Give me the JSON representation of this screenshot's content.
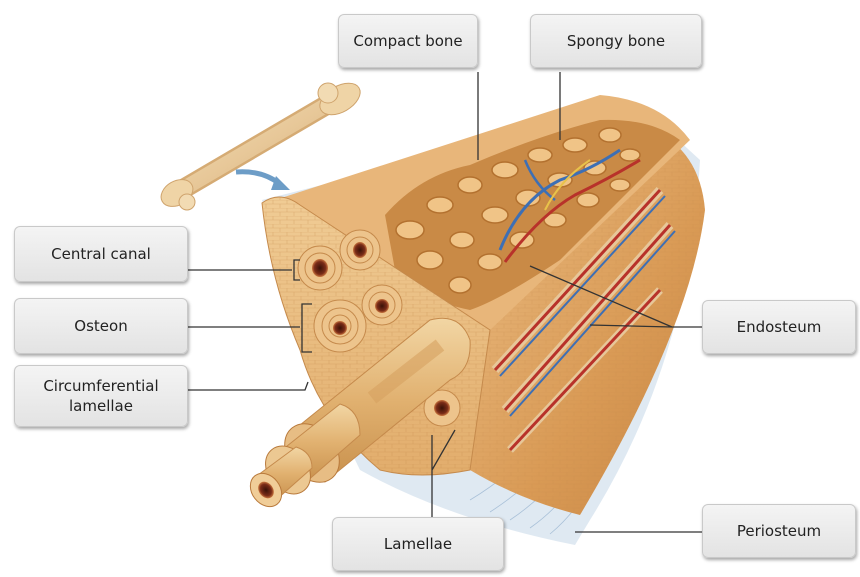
{
  "labels": {
    "compact_bone": "Compact bone",
    "spongy_bone": "Spongy bone",
    "central_canal": "Central canal",
    "osteon": "Osteon",
    "circumferential_lamellae": "Circumferential\nlamellae",
    "lamellae": "Lamellae",
    "endosteum": "Endosteum",
    "periosteum": "Periosteum"
  },
  "colors": {
    "label_background": "#ececec",
    "leader_line": "#333333",
    "bone_tan": "#e3b072",
    "bone_light": "#f1cf98",
    "bone_dark": "#b97a3c",
    "vessel_red": "#b8322a",
    "vessel_blue": "#3d6fb5",
    "periosteum": "#b8cfe4"
  }
}
